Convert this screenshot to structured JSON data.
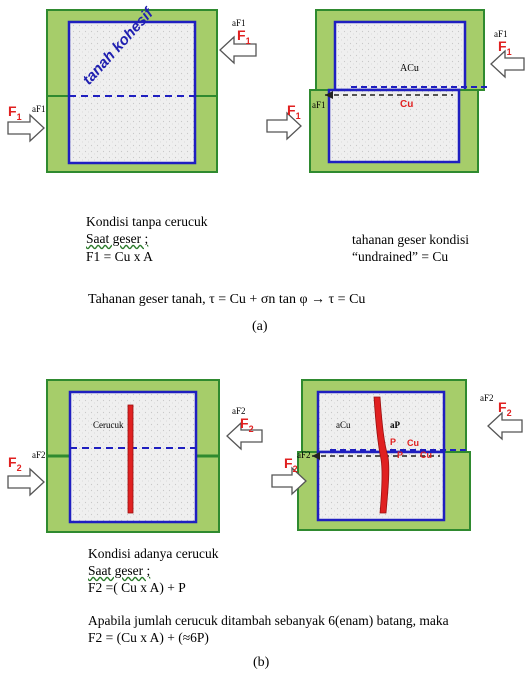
{
  "colors": {
    "box_green": "#a6cd6a",
    "box_border": "#2f8a2f",
    "soil_border": "#1f1fc0",
    "soil_fill": "#eeeeee",
    "red": "#e02020",
    "blue_text": "#2020b0"
  },
  "panel_a": {
    "left": {
      "af1_top": "aF1",
      "af1_bottom": "aF1",
      "f1_top": "F",
      "f1_top_sub": "1",
      "f1_bottom": "F",
      "f1_bottom_sub": "1",
      "soil_label": "tanah kohesif"
    },
    "right": {
      "af1_top": "aF1",
      "af1_bottom": "aF1",
      "f1_top": "F",
      "f1_top_sub": "1",
      "f1_bottom": "F",
      "f1_bottom_sub": "1",
      "acu_label": "ACu",
      "cu_label": "Cu"
    },
    "text": {
      "line1": "Kondisi tanpa cerucuk",
      "line2": "Saat geser ;",
      "line3": "F1 = Cu x A",
      "right1": "tahanan geser kondisi",
      "right2": "“undrained” = Cu",
      "formula": "Tahanan geser tanah,  τ = Cu + σn tan φ  →   τ = Cu",
      "caption": "(a)"
    }
  },
  "panel_b": {
    "left": {
      "af2_top": "aF2",
      "af2_bottom": "aF2",
      "f2_top": "F",
      "f2_top_sub": "2",
      "f2_bottom": "F",
      "f2_bottom_sub": "2",
      "pile_label": "Cerucuk"
    },
    "right": {
      "af2_top": "aF2",
      "af2_bottom": "aF2",
      "f2_top": "F",
      "f2_top_sub": "2",
      "f2_bottom": "F",
      "f2_bottom_sub": "2",
      "acu_label": "aCu",
      "ap_label": "aP",
      "p_label_1": "P",
      "p_label_2": "P",
      "cu_label_1": "Cu",
      "cu_label_2": "Cu"
    },
    "text": {
      "line1": "Kondisi adanya cerucuk",
      "line2": "Saat geser ;",
      "line3": "F2 =( Cu x A) + P",
      "line4": "Apabila jumlah cerucuk ditambah sebanyak 6(enam) batang, maka",
      "line5": "F2 = (Cu x A) + (≈6P)",
      "caption": "(b)"
    }
  }
}
